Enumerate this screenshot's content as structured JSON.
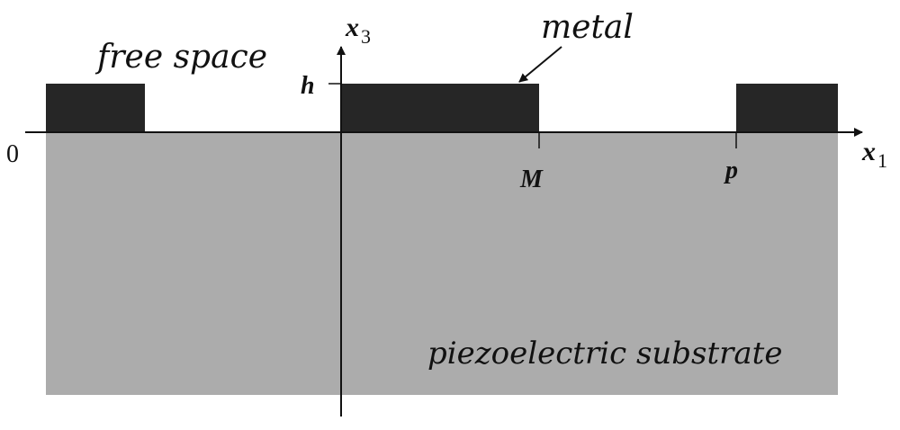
{
  "labels": {
    "free_space": "free space",
    "metal": "metal",
    "substrate": "piezoelectric substrate",
    "origin": "0",
    "h": "h",
    "M": "M",
    "p": "p",
    "x1_base": "x",
    "x1_sub": "1",
    "x3_base": "x",
    "x3_sub": "3"
  },
  "colors": {
    "substrate": "#acacac",
    "metal": "#262626",
    "axis": "#111111",
    "background": "#ffffff"
  }
}
